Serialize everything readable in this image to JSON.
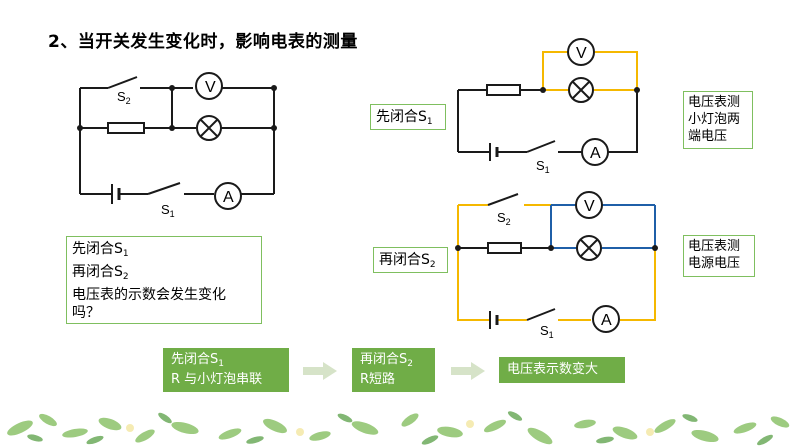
{
  "title": "2、当开关发生变化时，影响电表的测量",
  "left_question": {
    "line1_prefix": "先闭合S",
    "line1_sub": "1",
    "line2_prefix": "再闭合S",
    "line2_sub": "2",
    "line3": "电压表的示数会发生变化",
    "line4": "吗？"
  },
  "label_first": {
    "prefix": "先闭合S",
    "sub": "1"
  },
  "label_then": {
    "prefix": "再闭合S",
    "sub": "2"
  },
  "result_first": [
    "电压表测",
    "小灯泡两",
    "端电压"
  ],
  "result_then": [
    "电压表测",
    "电源电压"
  ],
  "flow": {
    "step1_line1_prefix": "先闭合S",
    "step1_line1_sub": "1",
    "step1_line2": "R 与小灯泡串联",
    "step2_line1_prefix": "再闭合S",
    "step2_line1_sub": "2",
    "step2_line2": "R短路",
    "step3": "电压表示数变大"
  },
  "circuit_labels": {
    "S": "S",
    "sub1": "1",
    "sub2": "2",
    "V": "V",
    "A": "A"
  },
  "colors": {
    "wire": "#1a1a1a",
    "highlight_yellow": "#f5b800",
    "highlight_blue": "#1f5fa8",
    "box_border": "#7fbf5f",
    "flow_green": "#70ad47",
    "arrow": "#d6e3c8"
  }
}
